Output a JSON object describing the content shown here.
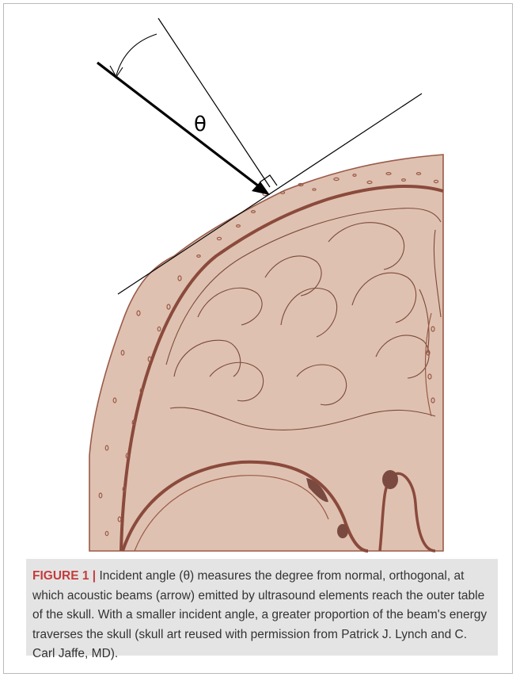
{
  "figure": {
    "angle_symbol": "θ",
    "caption": {
      "label": "FIGURE 1",
      "separator": "|",
      "text": "Incident angle (θ) measures the degree from normal, orthogonal, at which acoustic beams (arrow) emitted by ultrasound elements reach the outer table of the skull. With a smaller incident angle, a greater proportion of the beam's energy traverses the skull (skull art reused with permission from Patrick J. Lynch and C. Carl Jaffe, MD)."
    },
    "colors": {
      "skull_fill": "#dfc1b1",
      "skull_line": "#8a4a3c",
      "brain_line": "#7a4a3a",
      "vessel_fill": "#7a4a40",
      "caption_label": "#c43c3c",
      "caption_bg": "#e4e4e4"
    }
  }
}
